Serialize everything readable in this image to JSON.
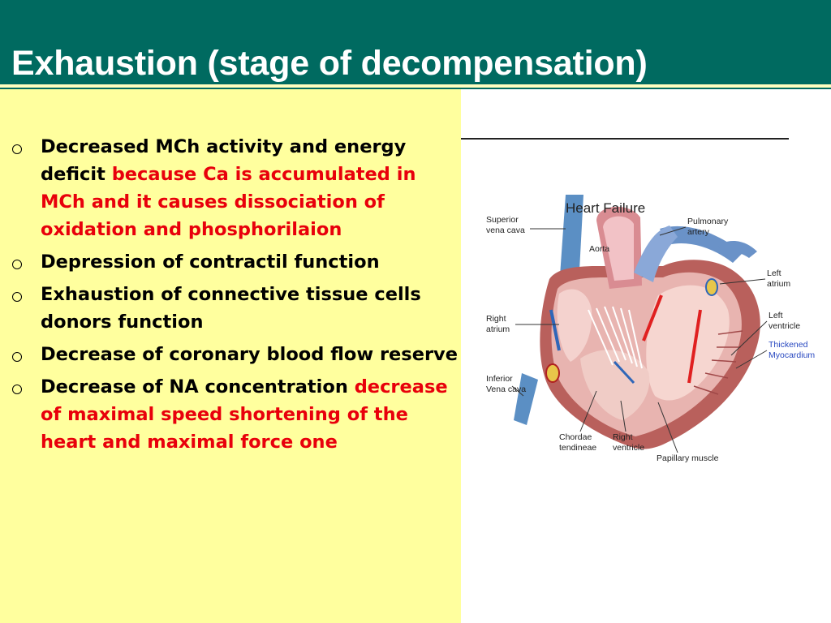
{
  "title": "Exhaustion (stage of decompensation)",
  "colors": {
    "title_bar": "#006a60",
    "panel": "#ffff9e",
    "accent_red": "#e8000b"
  },
  "bullets": [
    {
      "text": "Decreased MCh activity and energy deficit ",
      "highlight": "because Ca is accumulated in MCh and it causes dissociation of oxidation and phosphorilaion"
    },
    {
      "text": "Depression of contractil function"
    },
    {
      "text": "Exhaustion of connective tissue cells donors function"
    },
    {
      "text": "Decrease of coronary blood flow reserve"
    },
    {
      "text": "Decrease of NA concentration ",
      "highlight": "decrease of maximal speed shortening of the heart and maximal force one"
    }
  ],
  "figure": {
    "title": "Heart Failure",
    "labels": {
      "superior_vena_cava_1": "Superior",
      "superior_vena_cava_2": "vena cava",
      "aorta": "Aorta",
      "pulmonary_artery_1": "Pulmonary",
      "pulmonary_artery_2": "artery",
      "left_atrium_1": "Left",
      "left_atrium_2": "atrium",
      "right_atrium_1": "Right",
      "right_atrium_2": "atrium",
      "left_ventricle_1": "Left",
      "left_ventricle_2": "ventricle",
      "thickened_myocardium_1": "Thickened",
      "thickened_myocardium_2": "Myocardium",
      "inferior_vena_cava_1": "Inferior",
      "inferior_vena_cava_2": "Vena cava",
      "chordae_tendineae_1": "Chordae",
      "chordae_tendineae_2": "tendineae",
      "right_ventricle_1": "Right",
      "right_ventricle_2": "ventricle",
      "papillary_muscle": "Papillary muscle"
    }
  }
}
